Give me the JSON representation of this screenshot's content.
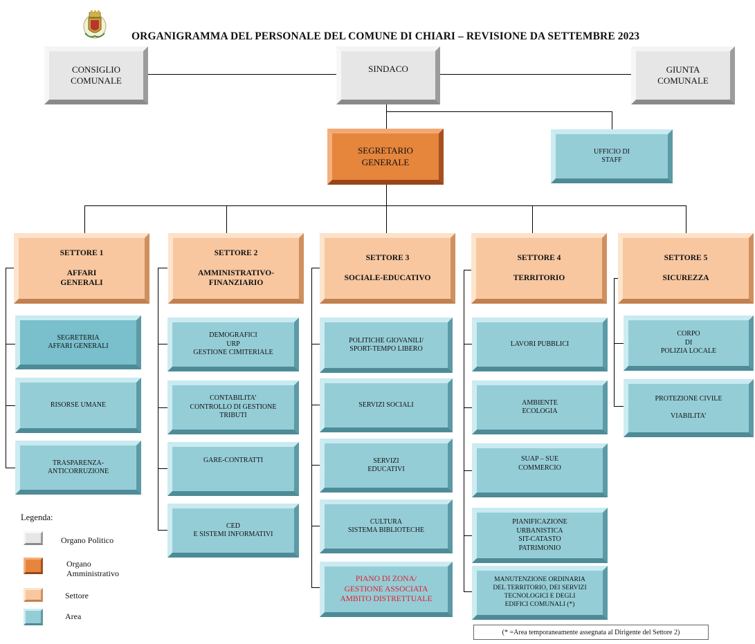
{
  "title": "ORGANIGRAMMA DEL PERSONALE DEL COMUNE DI CHIARI – REVISIONE DA SETTEMBRE 2023",
  "political": {
    "consiglio": "CONSIGLIO\nCOMUNALE",
    "sindaco": "SINDACO",
    "giunta": "GIUNTA\nCOMUNALE"
  },
  "segretario": "SEGRETARIO\nGENERALE",
  "staff": "UFFICIO DI\nSTAFF",
  "settori": [
    {
      "title": "SETTORE 1\n\nAFFARI\nGENERALI",
      "areas": [
        "SEGRETERIA\nAFFARI GENERALI",
        "RISORSE UMANE",
        "TRASPARENZA-\nANTICORRUZIONE"
      ]
    },
    {
      "title": "SETTORE 2\n\nAMMINISTRATIVO-\nFINANZIARIO",
      "areas": [
        "DEMOGRAFICI\nURP\nGESTIONE CIMITERIALE",
        "CONTABILITA’\nCONTROLLO DI GESTIONE\nTRIBUTI",
        "GARE-CONTRATTI",
        "CED\nE SISTEMI INFORMATIVI"
      ]
    },
    {
      "title": "SETTORE 3\n\nSOCIALE-EDUCATIVO",
      "areas": [
        "POLITICHE GIOVANILI/\nSPORT-TEMPO LIBERO",
        "SERVIZI SOCIALI",
        "SERVIZI\nEDUCATIVI",
        "CULTURA\nSISTEMA BIBLIOTECHE",
        "PIANO DI ZONA/\nGESTIONE ASSOCIATA\nAMBITO DISTRETTUALE"
      ]
    },
    {
      "title": "SETTORE 4\n\nTERRITORIO",
      "areas": [
        "LAVORI PUBBLICI",
        "AMBIENTE\nECOLOGIA",
        "SUAP – SUE\nCOMMERCIO",
        "PIANIFICAZIONE\nURBANISTICA\nSIT-CATASTO\nPATRIMONIO",
        "MANUTENZIONE ORDINARIA\nDEL TERRITORIO, DEI SERVIZI\nTECNOLOGICI E DEGLI\nEDIFICI COMUNALI (*)"
      ]
    },
    {
      "title": "SETTORE 5\n\nSICUREZZA",
      "areas": [
        "CORPO\nDI\nPOLIZIA LOCALE",
        "PROTEZIONE CIVILE\n\nVIABILITA’"
      ]
    }
  ],
  "legend": {
    "title": "Legenda:",
    "items": [
      {
        "label": "Organo Politico",
        "color": "#e6e6e6"
      },
      {
        "label": "Organo\nAmministrativo",
        "color": "#e6853c"
      },
      {
        "label": "Settore",
        "color": "#f8c7a0"
      },
      {
        "label": "Area",
        "color": "#95cdd7"
      }
    ]
  },
  "note": "(* =Area temporaneamente assegnata al Dirigente del Settore 2)",
  "colors": {
    "politico": "#e6e6e6",
    "amministrativo": "#e6853c",
    "settore": "#f8c7a0",
    "area": "#95cdd7",
    "highlight_text": "#e0202a"
  }
}
